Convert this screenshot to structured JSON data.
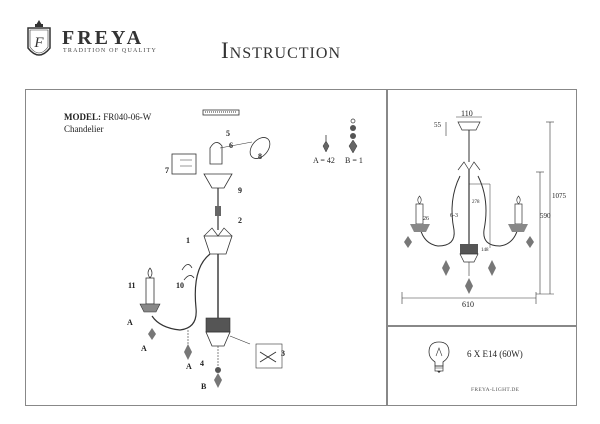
{
  "header": {
    "brand": "FREYA",
    "tagline": "TRADITION OF QUALITY",
    "title": "Instruction"
  },
  "model": {
    "label": "MODEL:",
    "code": "FR040-06-W",
    "type": "Chandelier"
  },
  "parts": {
    "a_count": "A = 42",
    "b_count": "B = 1"
  },
  "callouts": [
    "1",
    "2",
    "3",
    "4",
    "5",
    "6",
    "7",
    "8",
    "9",
    "10",
    "11",
    "A",
    "B"
  ],
  "dimensions": {
    "top_width": "110",
    "canopy_height": "55",
    "overall_height": "1075",
    "body_height": "590",
    "width": "610",
    "d26": "26",
    "d68": "6-3",
    "d278": "278",
    "d148": "148"
  },
  "bulb": {
    "spec": "6 X E14 (60W)"
  },
  "footer": {
    "website": "FREYA-LIGHT.DE"
  }
}
